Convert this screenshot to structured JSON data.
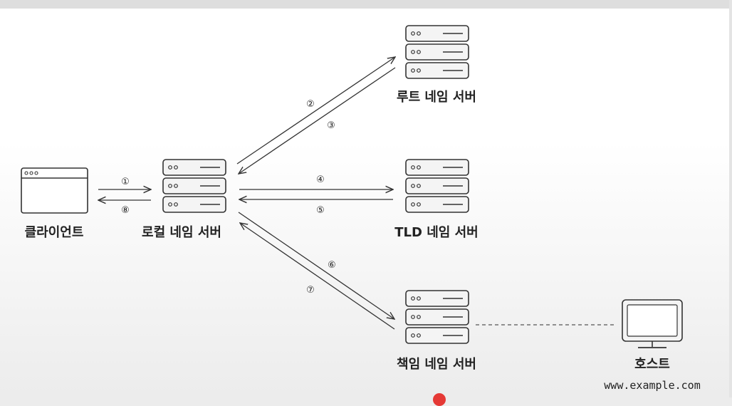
{
  "nodes": {
    "client": "클라이언트",
    "local": "로컬 네임 서버",
    "root": "루트 네임 서버",
    "tld": "TLD 네임 서버",
    "auth": "책임 네임 서버",
    "host": "호스트",
    "host_url": "www.example.com"
  },
  "steps": [
    "①",
    "②",
    "③",
    "④",
    "⑤",
    "⑥",
    "⑦",
    "⑧"
  ],
  "colors": {
    "stroke": "#333333",
    "server_fill": "#f4f4f4",
    "accent": "#e53935"
  }
}
